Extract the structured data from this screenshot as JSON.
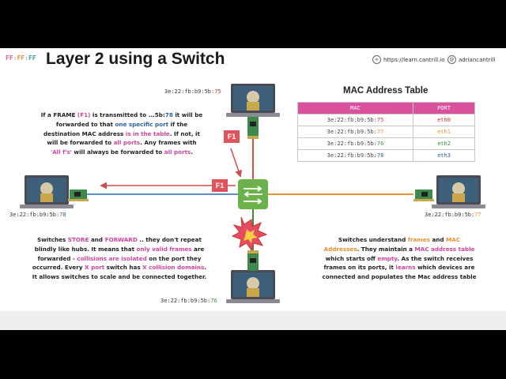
{
  "header": {
    "logo": [
      "FF",
      ":",
      "FF",
      ":",
      "FF"
    ],
    "title": "Layer 2 using a Switch",
    "website": "https://learn.cantrill.io",
    "handle": "adriancantrill"
  },
  "hosts": {
    "top": {
      "mac_prefix": "3e:22:fb:b9:5b:",
      "mac_suffix": "75"
    },
    "left": {
      "mac_prefix": "3e:22:fb:b9:5b:",
      "mac_suffix": "78"
    },
    "right": {
      "mac_prefix": "3e:22:fb:b9:5b:",
      "mac_suffix": "77"
    },
    "bottom": {
      "mac_prefix": "3e:22:fb:b9:5b:",
      "mac_suffix": "76"
    }
  },
  "frame_label": "F1",
  "mac_table": {
    "title": "MAC Address Table",
    "headers": [
      "MAC",
      "PORT"
    ],
    "rows": [
      {
        "mac_prefix": "3e:22:fb:b9:5b:",
        "mac_suffix": "75",
        "port": "eth0"
      },
      {
        "mac_prefix": "3e:22:fb:b9:5b:",
        "mac_suffix": "77",
        "port": "eth1"
      },
      {
        "mac_prefix": "3e:22:fb:b9:5b:",
        "mac_suffix": "76",
        "port": "eth2"
      },
      {
        "mac_prefix": "3e:22:fb:b9:5b:",
        "mac_suffix": "78",
        "port": "eth3"
      }
    ]
  },
  "text_forward": [
    [
      "If a FRAME ",
      "(F1)",
      " is transmitted to ...5b:",
      "78",
      " it will be"
    ],
    [
      "forwarded to that ",
      "one specific port",
      " if the"
    ],
    [
      "destination MAC address ",
      "is in the table",
      ". If not, it"
    ],
    [
      "will be forwarded to ",
      "all ports",
      ". Any frames with"
    ],
    [
      "'All f's'",
      " will always be forwarded to ",
      "all ports",
      "."
    ]
  ],
  "text_store": [
    [
      "Switches ",
      "STORE",
      " and ",
      "FORWARD",
      " .. they don't repeat"
    ],
    [
      "blindly like hubs. It means that ",
      "only valid frames",
      " are"
    ],
    [
      "forwarded - ",
      "collisions are isolated",
      " on the port they"
    ],
    [
      "occurred. Every ",
      "X port",
      " switch has ",
      "X collision domains",
      "."
    ],
    [
      "It allows switches to scale and be connected together."
    ]
  ],
  "text_learn": [
    [
      "Switches understand ",
      "frames",
      " and ",
      "MAC"
    ],
    [
      "Addresses",
      ". They maintain a ",
      "MAC address table"
    ],
    [
      "which starts off ",
      "empty",
      ". As the switch receives"
    ],
    [
      "frames on its ports, it ",
      "learns",
      " which devices are"
    ],
    [
      "connected and populates the Mac address table"
    ]
  ],
  "colors": {
    "pink": "#d9519d",
    "frame_red": "#e0525c",
    "switch_green": "#6cb24a",
    "line_top": "#d14b4b",
    "line_left": "#5b8ec9",
    "line_right": "#e8912e",
    "line_bottom": "#3d8a3d"
  }
}
